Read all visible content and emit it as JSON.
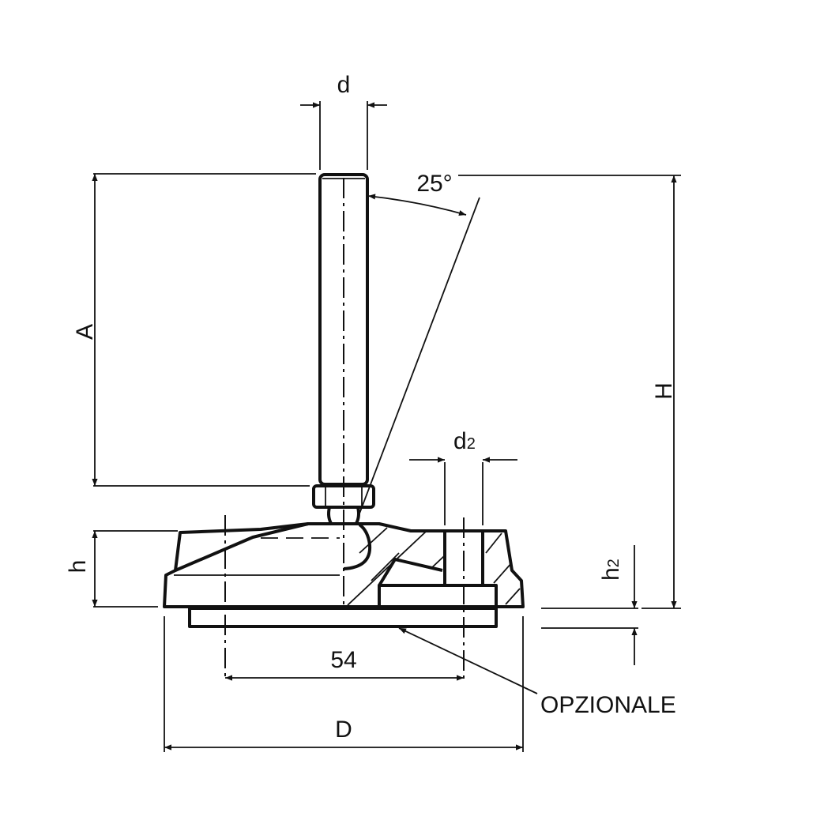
{
  "drawing": {
    "labels": {
      "d": "d",
      "angle": "25°",
      "A": "A",
      "H": "H",
      "d2_main": "d",
      "d2_sub": "2",
      "h": "h",
      "h2_main": "h",
      "h2_sub": "2",
      "width_54": "54",
      "D": "D",
      "optional": "OPZIONALE"
    },
    "colors": {
      "line": "#111111",
      "background": "#ffffff"
    }
  }
}
